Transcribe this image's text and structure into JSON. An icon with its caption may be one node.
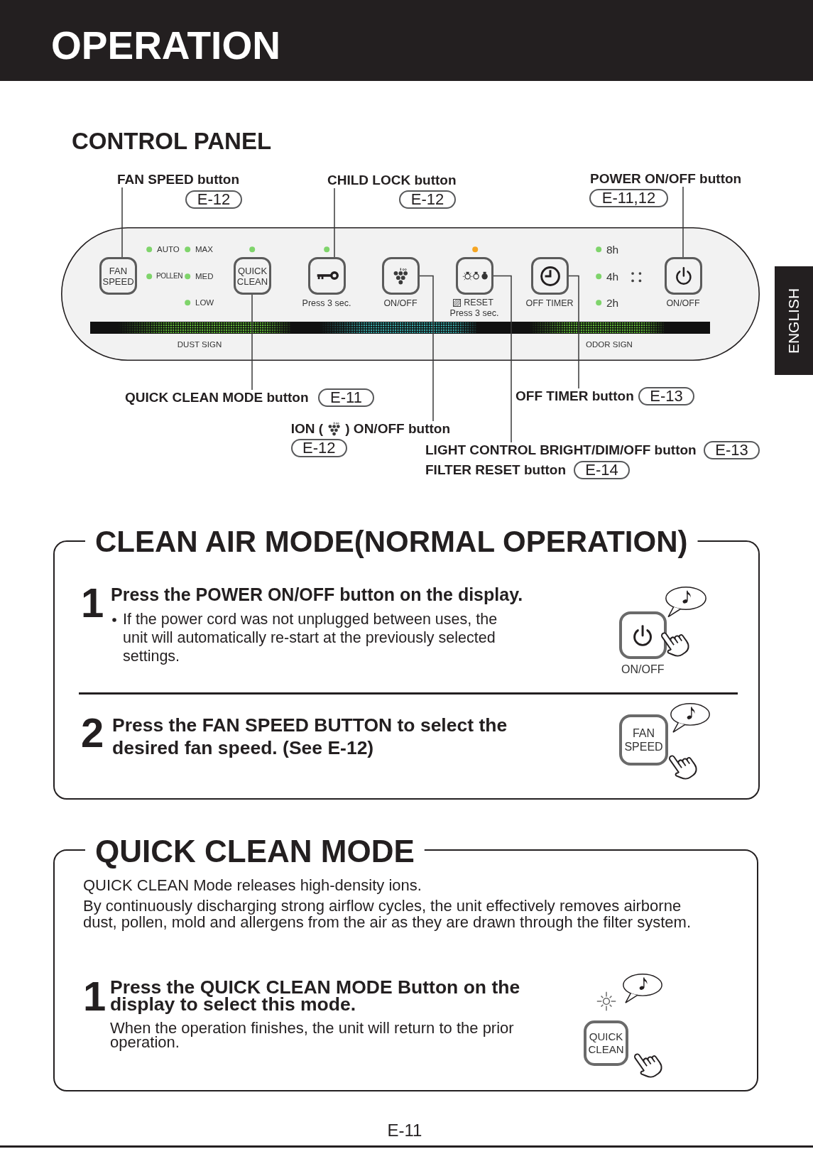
{
  "diagram": {
    "title": "OPERATION",
    "nodes": [
      {
        "text": [
          "FAN SPEED button"
        ]
      },
      {
        "text": [
          "E-12"
        ]
      },
      {
        "text": [
          "CHILD LOCK button"
        ]
      },
      {
        "text": [
          "E-12"
        ]
      },
      {
        "text": [
          "POWER ON/OFF button"
        ]
      },
      {
        "text": [
          "E-11,12"
        ]
      },
      {
        "text": [
          "AUTO",
          "MAX",
          "POLLEN",
          "MED",
          "LOW",
          "8h",
          "4h",
          "2h",
          "DUST SIGN",
          "ODOR SIGN"
        ]
      },
      {
        "text": [
          "FAN SPEED"
        ],
        "in": 6
      },
      {
        "text": [
          "QUICK CLEAN"
        ],
        "in": 6
      },
      {
        "text": [],
        "shape": "box",
        "in": 6,
        "beside": [
          "Press 3 sec."
        ]
      },
      {
        "text": [],
        "shape": "box",
        "in": 6,
        "beside": [
          "ON/OFF"
        ]
      },
      {
        "text": [],
        "shape": "box",
        "in": 6,
        "beside": [
          "RESET",
          "Press 3 sec."
        ]
      },
      {
        "text": [],
        "shape": "box",
        "in": 6,
        "beside": [
          "OFF TIMER"
        ]
      },
      {
        "text": [],
        "shape": "box",
        "in": 6,
        "beside": [
          "ON/OFF"
        ]
      },
      {
        "text": [
          "QUICK CLEAN MODE button"
        ]
      },
      {
        "text": [
          "E-11"
        ]
      },
      {
        "text": [
          "OFF TIMER button"
        ]
      },
      {
        "text": [
          "E-13"
        ]
      },
      {
        "text": [
          "ION (",
          ") ON/OFF button"
        ]
      },
      {
        "text": [
          "E-12"
        ]
      },
      {
        "text": [
          "LIGHT CONTROL BRIGHT/DIM/OFF button"
        ]
      },
      {
        "text": [
          "E-13"
        ]
      },
      {
        "text": [
          "FILTER RESET button"
        ]
      },
      {
        "text": [
          "E-14"
        ]
      },
      {
        "text": [
          "ENGLISH"
        ]
      },
      {
        "text": [
          "CLEAN AIR MODE(NORMAL OPERATION)",
          "1",
          "Press the POWER ON/OFF button on the display.",
          "If the power cord was not unplugged between uses, the unit will automatically re-start at the previously selected settings.",
          "2",
          "Press the FAN SPEED BUTTON to select the desired fan speed. (See E-12)"
        ]
      },
      {
        "text": [],
        "shape": "box",
        "in": 25,
        "beside": [
          "ON/OFF"
        ]
      },
      {
        "text": [
          "FAN SPEED"
        ],
        "in": 25
      },
      {
        "text": [
          "QUICK CLEAN MODE",
          "QUICK CLEAN Mode releases high-density ions.",
          "By continuously discharging strong airflow cycles, the unit effectively removes airborne dust, pollen, mold and allergens from the air as they are drawn through the filter system.",
          "1",
          "Press the QUICK CLEAN MODE Button on the display to select this mode.",
          "When the operation finishes, the unit will return to the prior operation."
        ]
      },
      {
        "text": [
          "QUICK CLEAN"
        ],
        "in": 28
      }
    ],
    "edges": [
      {
        "from": 0,
        "to": 7,
        "arrow": "none"
      },
      {
        "from": 2,
        "to": 9,
        "arrow": "none"
      },
      {
        "from": 4,
        "to": 13,
        "arrow": "none"
      },
      {
        "from": 14,
        "to": 8,
        "arrow": "none"
      },
      {
        "from": 18,
        "to": 10,
        "arrow": "none"
      },
      {
        "from": 16,
        "to": 12,
        "arrow": "none"
      },
      {
        "from": 20,
        "to": 11,
        "arrow": "none"
      }
    ],
    "labels": [
      "CONTROL PANEL",
      "E-11"
    ]
  }
}
